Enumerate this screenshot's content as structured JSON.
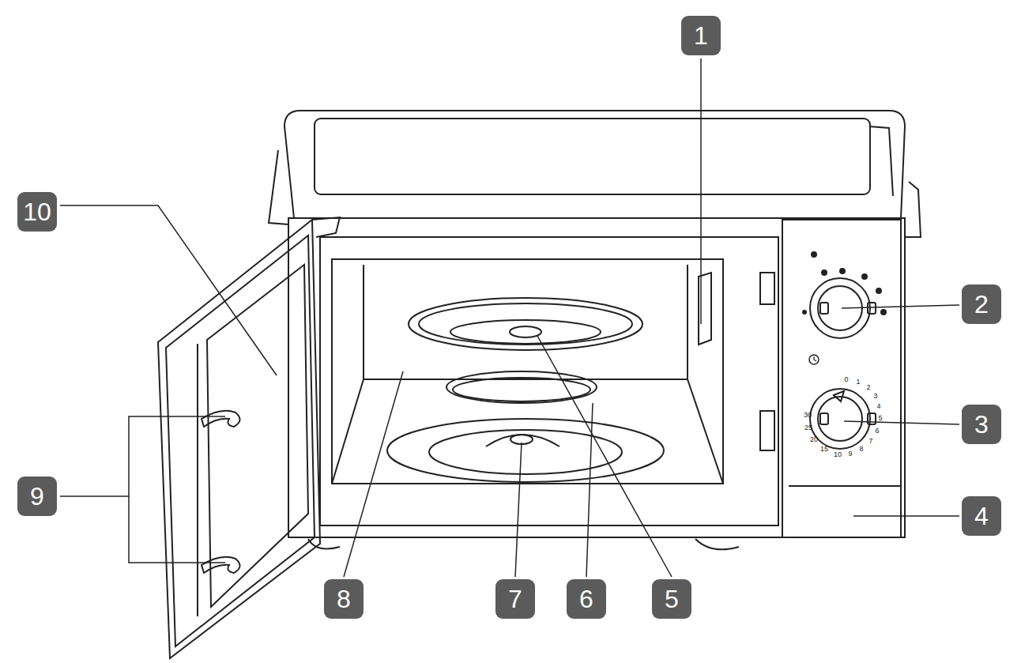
{
  "diagram": {
    "labels": [
      "1",
      "10",
      "2",
      "9",
      "3",
      "4",
      "8",
      "7",
      "6",
      "5",
      "0",
      "1",
      "2",
      "3",
      "4",
      "5",
      "6",
      "7",
      "8",
      "9",
      "10",
      "15",
      "20",
      "25",
      "30"
    ]
  }
}
